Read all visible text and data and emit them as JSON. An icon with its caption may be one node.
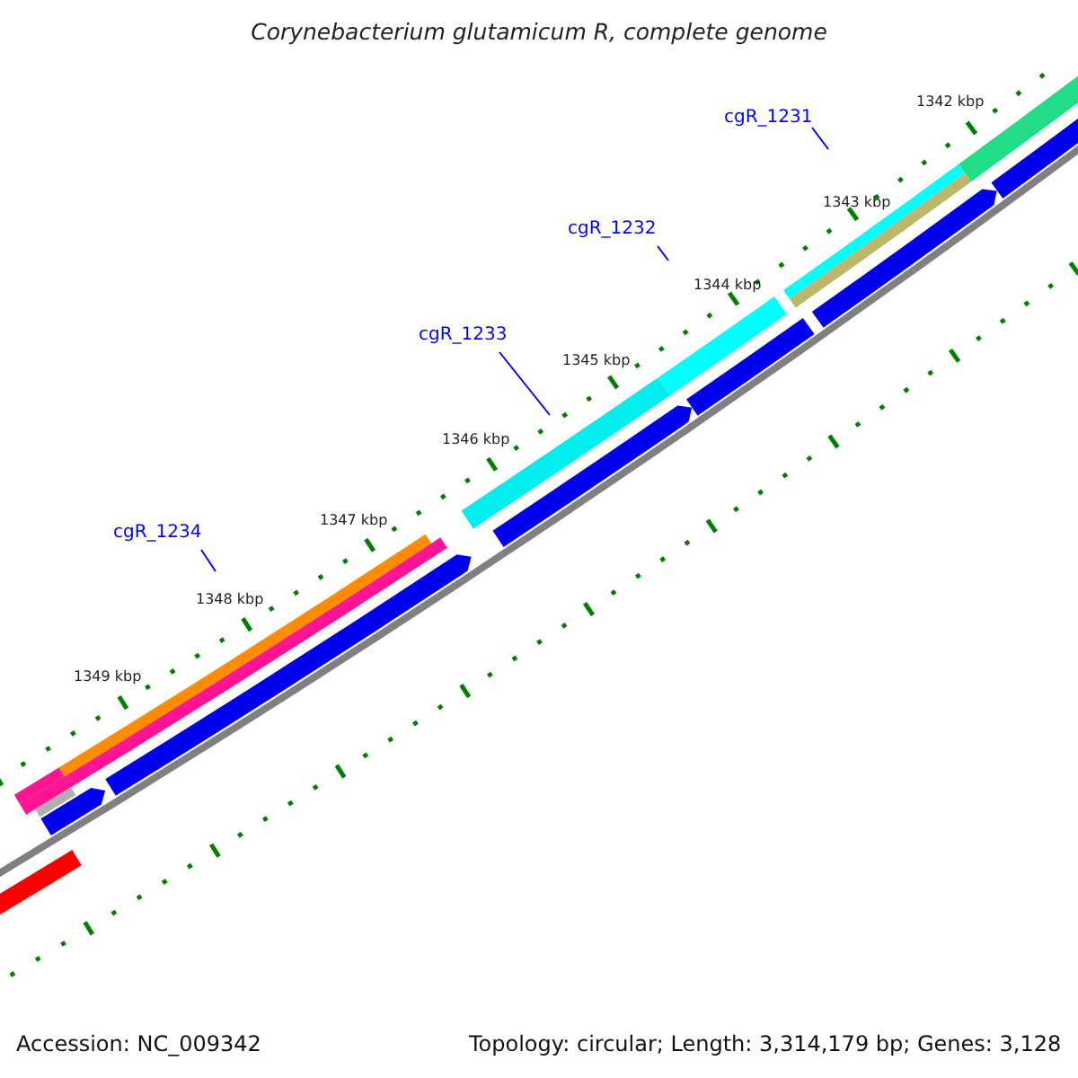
{
  "diagram": {
    "title": "Corynebacterium glutamicum R, complete genome",
    "nodes": [
      {
        "text": [
          "cgR_1231"
        ]
      },
      {
        "text": [
          "cgR_1232"
        ]
      },
      {
        "text": [
          "cgR_1233"
        ]
      },
      {
        "text": [
          "cgR_1234"
        ]
      }
    ],
    "edges": [
      {
        "from": 0,
        "to": null,
        "arrow": "none"
      },
      {
        "from": 1,
        "to": null,
        "arrow": "none"
      },
      {
        "from": 2,
        "to": null,
        "arrow": "none"
      },
      {
        "from": 3,
        "to": null,
        "arrow": "none"
      }
    ],
    "labels": [
      "1342 kbp",
      "1343 kbp",
      "1344 kbp",
      "1345 kbp",
      "1346 kbp",
      "1347 kbp",
      "1348 kbp",
      "1349 kbp",
      "Accession: NC_009342",
      "Topology: circular; Length: 3,314,179 bp; Genes: 3,128"
    ]
  }
}
